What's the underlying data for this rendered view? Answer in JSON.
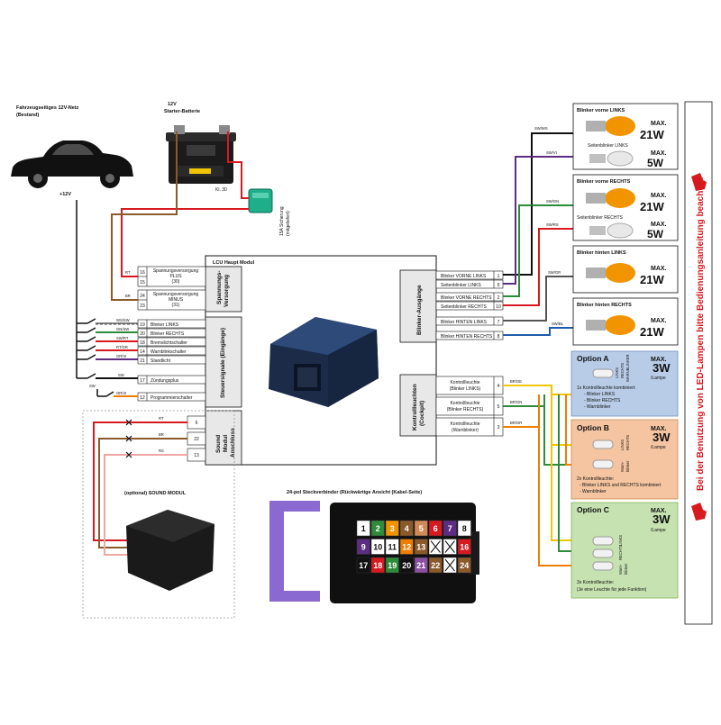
{
  "vehicle_net": {
    "line1": "Fahrzeugseitiges 12V-Netz",
    "line2": "(Bestand)",
    "voltage": "+12V"
  },
  "battery": {
    "line1": "12V",
    "line2": "Starter-Batterie",
    "terminal": "Kl. 30"
  },
  "fuse": {
    "line1": "15A Sicherung",
    "line2": "(mitgeliefert)"
  },
  "lcu_title": "LCU Haupt Modul",
  "power_group": {
    "title_line1": "Spannungs-",
    "title_line2": "Versorgung",
    "rows": [
      {
        "wire": "RT",
        "pins": [
          "16",
          "15"
        ],
        "label1": "Spannungsversorgung",
        "label2": "PLUS",
        "label3": "(30)"
      },
      {
        "wire": "BR",
        "pins": [
          "24",
          "23"
        ],
        "label1": "Spannungsversorgung",
        "label2": "MINUS",
        "label3": "(31)"
      }
    ]
  },
  "control_group": {
    "title_line1": "Steuersignale (Eingänge)",
    "rows": [
      {
        "wire": "WS/SW",
        "pin": "19",
        "label": "Blinker LINKS"
      },
      {
        "wire": "GN/SW",
        "pin": "20",
        "label": "Blinker RECHTS"
      },
      {
        "wire": "SW/RT",
        "pin": "18",
        "label": "Bremslichtschalter"
      },
      {
        "wire": "RT/GR",
        "pin": "14",
        "label": "Warnblinkschalter"
      },
      {
        "wire": "GR/VI",
        "pin": "21",
        "label": "Standlicht"
      },
      {
        "wire": "SW",
        "pin": "17",
        "label": "Zündungsplus"
      },
      {
        "wire": "OR/VI",
        "pin": "12",
        "label": "Programmierschalter"
      }
    ],
    "sw_label": "SW"
  },
  "sound_group": {
    "title_line1": "Sound",
    "title_line2": "Modul",
    "title_line3": "Anschluss",
    "rows": [
      {
        "wire": "RT",
        "pin": "6"
      },
      {
        "wire": "BR",
        "pin": "22"
      },
      {
        "wire": "RS",
        "pin": "13"
      }
    ],
    "module_label": "(optional) SOUND MODUL"
  },
  "blinker_group": {
    "title": "Blinker-Ausgänge",
    "rows": [
      {
        "label": "Blinker VORNE LINKS",
        "pin": "1",
        "wire": "SW/WS"
      },
      {
        "label": "Seitenblinker LINKS",
        "pin": "9",
        "wire": "SW/VI"
      },
      {
        "label": "Blinker VORNE RECHTS",
        "pin": "2",
        "wire": "SW/GN"
      },
      {
        "label": "Seitenblinker RECHTS",
        "pin": "10",
        "wire": "SW/RS"
      },
      {
        "label": "Blinker HINTEN LINKS",
        "pin": "7",
        "wire": "SW/GR"
      },
      {
        "label": "Blinker HINTEN RECHTS",
        "pin": "8",
        "wire": "SW/BL"
      }
    ]
  },
  "kontroll_group": {
    "title_line1": "Kontrollleuchten",
    "title_line2": "(Cockpit)",
    "rows": [
      {
        "label1": "Kontrollleuchte",
        "label2": "(Blinker LINKS)",
        "pin": "4",
        "wire": "BR/GE"
      },
      {
        "label1": "Kontrollleuchte",
        "label2": "(Blinker RECHTS)",
        "pin": "5",
        "wire": "BR/GN"
      },
      {
        "label1": "Kontrollleuchte",
        "label2": "(Warnblinker)",
        "pin": "3",
        "wire": "BR/OR"
      }
    ]
  },
  "lamps": [
    {
      "title": "Blinker vorne LINKS",
      "max": "MAX.",
      "watt": "21W",
      "sub_label": "Seitenblinker LINKS",
      "sub_watt": "5W"
    },
    {
      "title": "Blinker vorne RECHTS",
      "max": "MAX.",
      "watt": "21W",
      "sub_label": "Seitenblinker RECHTS",
      "sub_watt": "5W"
    },
    {
      "title": "Blinker hinten LINKS",
      "max": "MAX.",
      "watt": "21W"
    },
    {
      "title": "Blinker hinten RECHTS",
      "max": "MAX.",
      "watt": "21W"
    }
  ],
  "options": [
    {
      "title": "Option A",
      "max": "MAX.",
      "watt": "3W",
      "per": "/Lampe",
      "bulb_labels": [
        "LINKS",
        "RECHTS",
        "WARNBLINKER"
      ],
      "desc": [
        "1x Kontrollleuchte kombiniert:",
        "- Blinker LINKS",
        "- Blinker RECHTS",
        "- Warnblinker"
      ]
    },
    {
      "title": "Option B",
      "max": "MAX.",
      "watt": "3W",
      "per": "/Lampe",
      "bulb_labels": [
        "LINKS",
        "RECHTS",
        "Warn-",
        "blinker"
      ],
      "desc": [
        "2x Kontrollleuchte:",
        "- Blinker LINKS und RECHTS kombiniert",
        "- Warnblinker"
      ]
    },
    {
      "title": "Option C",
      "max": "MAX.",
      "watt": "3W",
      "per": "/Lampe",
      "bulb_labels": [
        "LINKS",
        "RECHTS",
        "Warn-",
        "blinker"
      ],
      "desc": [
        "3x Kontrollleuchte:",
        "(Je eine Leuchte für jede Funktion)"
      ]
    }
  ],
  "connector": {
    "title": "24-pol Steckverbinder (Rückwärtige Ansicht (Kabel-Seite)",
    "pins": [
      "1",
      "2",
      "3",
      "4",
      "5",
      "6",
      "7",
      "8",
      "9",
      "10",
      "11",
      "12",
      "13",
      "",
      "",
      "16",
      "17",
      "18",
      "19",
      "20",
      "21",
      "22",
      "",
      "24"
    ]
  },
  "side_note": "Bei der Benutzung von LED-Lampen bitte Bedienungsanleitung beachten",
  "colors": {
    "red": "#d71920",
    "brown": "#8a5a2b",
    "black": "#111111",
    "green": "#2e8b3a",
    "purple": "#5c2d82",
    "blue": "#1f5ca8",
    "yellow": "#f2c500",
    "orange": "#ee7d00",
    "optionA": "#b8cce8",
    "optionB": "#f5c4a0",
    "optionC": "#c5e2b0",
    "box_grey": "#e8e8e8"
  }
}
